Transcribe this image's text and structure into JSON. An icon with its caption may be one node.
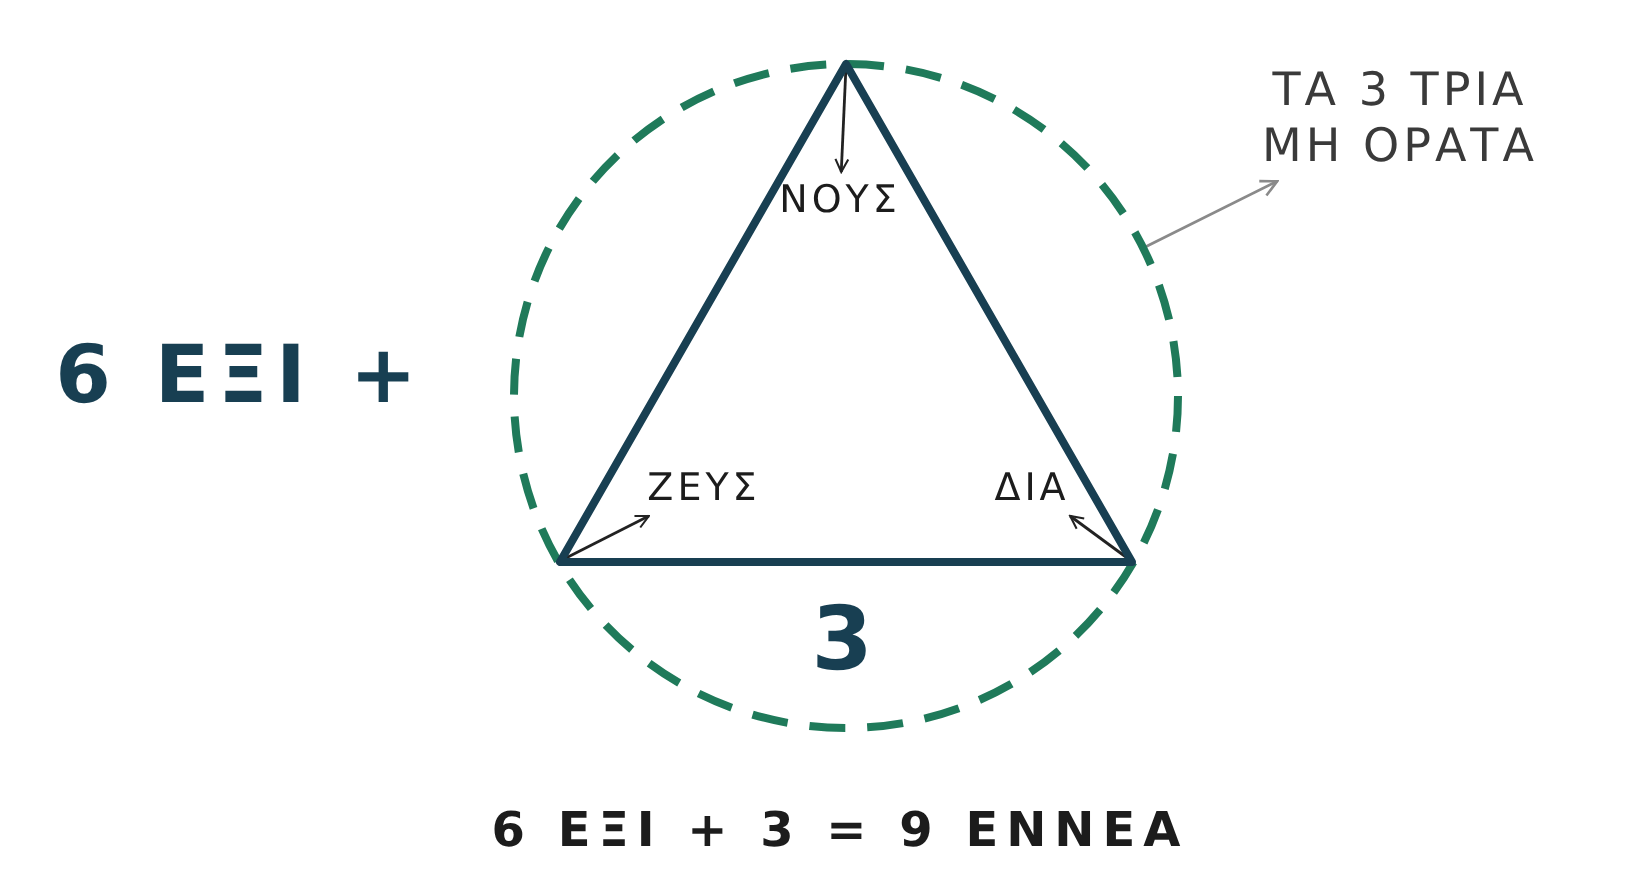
{
  "diagram": {
    "nodes": [
      {
        "text": [],
        "shape": "circle"
      },
      {
        "text": [],
        "shape": "triangle",
        "in": 0
      },
      {
        "text": [
          "ΝΟΥΣ"
        ],
        "in": 1
      },
      {
        "text": [
          "ΖΕΥΣ"
        ],
        "in": 1
      },
      {
        "text": [
          "ΔΙΑ"
        ],
        "in": 1
      },
      {
        "text": [
          "ΤΑ 3 ΤΡΙΑ ΜΗ ΟΡΑΤΑ"
        ]
      }
    ],
    "edges": [
      {
        "from": 1,
        "to": 2,
        "arrow": "to"
      },
      {
        "from": 1,
        "to": 3,
        "arrow": "to"
      },
      {
        "from": 1,
        "to": 4,
        "arrow": "to"
      },
      {
        "from": 0,
        "to": 5,
        "arrow": "to",
        "color": "#8a8a8a"
      }
    ],
    "labels": [
      "6 ΕΞΙ +",
      "3",
      "6 ΕΞΙ + 3 = 9 ΕΝΝΕΑ"
    ]
  }
}
